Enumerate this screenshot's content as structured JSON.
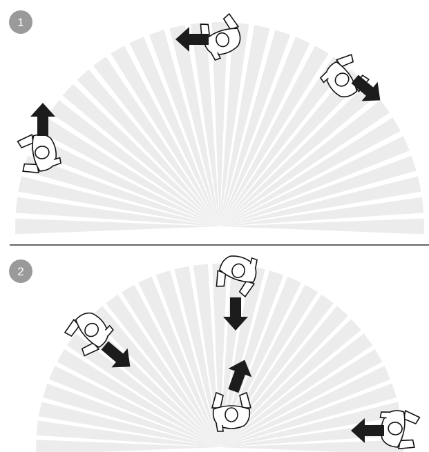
{
  "panels": [
    {
      "step_label": "1",
      "figures": [
        {
          "name": "person-top",
          "rotation": -20,
          "arrow_dir": "left"
        },
        {
          "name": "person-right",
          "rotation": 55,
          "arrow_dir": "down-right"
        },
        {
          "name": "person-left",
          "rotation": -100,
          "arrow_dir": "up"
        }
      ]
    },
    {
      "step_label": "2",
      "figures": [
        {
          "name": "person-top",
          "rotation": 20,
          "arrow_dir": "down"
        },
        {
          "name": "person-left",
          "rotation": -60,
          "arrow_dir": "down-right"
        },
        {
          "name": "person-center",
          "rotation": 180,
          "arrow_dir": "up"
        },
        {
          "name": "person-right",
          "rotation": 100,
          "arrow_dir": "left"
        }
      ]
    }
  ],
  "colors": {
    "ray": "#ececec",
    "arrow": "#1c1c1c",
    "badge": "#9a9a9a",
    "divider": "#333333",
    "figure_stroke": "#111111"
  },
  "icons": {
    "arrow": "arrow-icon",
    "person": "person-topview-icon",
    "badge": "step-number-badge"
  }
}
